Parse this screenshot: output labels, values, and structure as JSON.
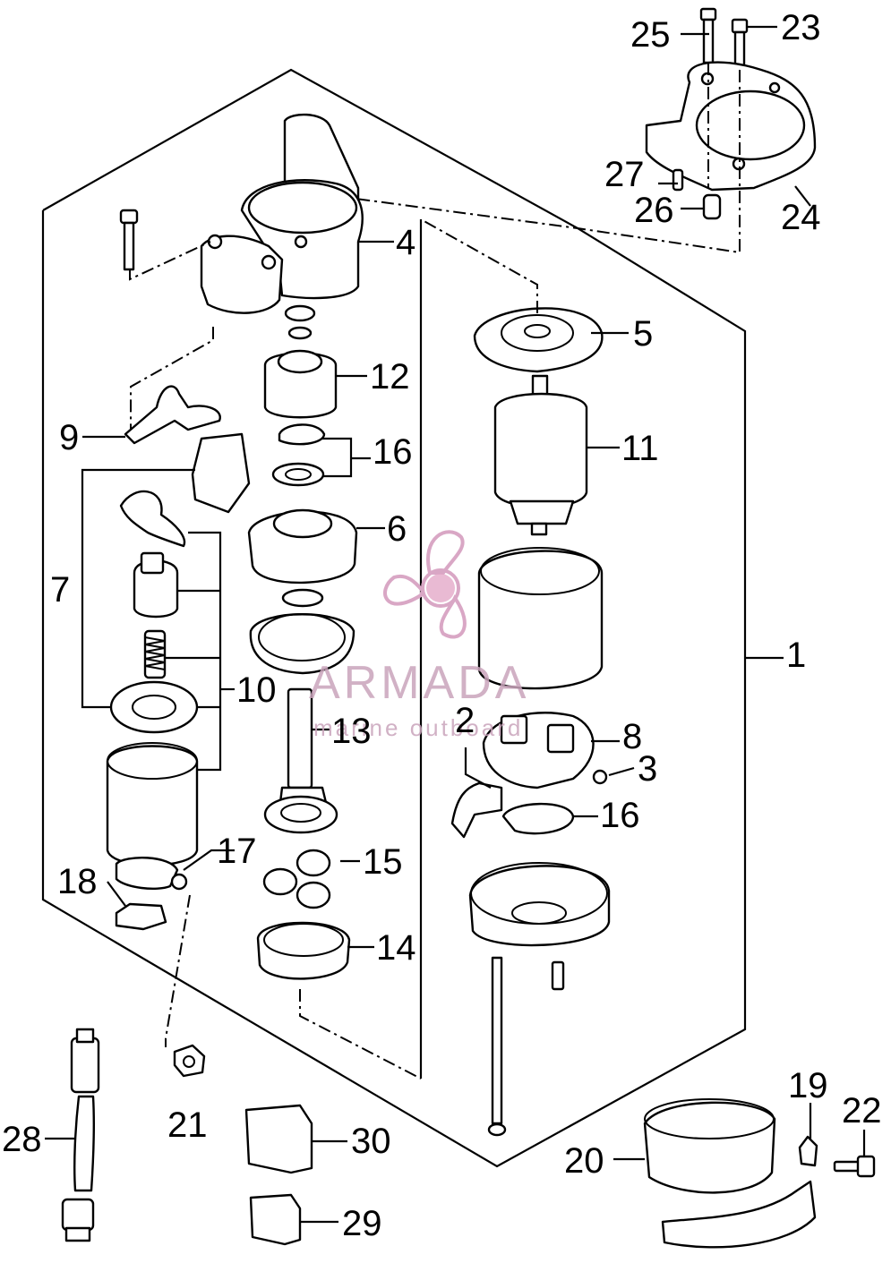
{
  "diagram": {
    "callouts": [
      {
        "id": "p1",
        "label": "1"
      },
      {
        "id": "p2",
        "label": "2"
      },
      {
        "id": "p3",
        "label": "3"
      },
      {
        "id": "p4",
        "label": "4"
      },
      {
        "id": "p5",
        "label": "5"
      },
      {
        "id": "p6",
        "label": "6"
      },
      {
        "id": "p7",
        "label": "7"
      },
      {
        "id": "p8",
        "label": "8"
      },
      {
        "id": "p9",
        "label": "9"
      },
      {
        "id": "p10",
        "label": "10"
      },
      {
        "id": "p11",
        "label": "11"
      },
      {
        "id": "p12",
        "label": "12"
      },
      {
        "id": "p13",
        "label": "13"
      },
      {
        "id": "p14",
        "label": "14"
      },
      {
        "id": "p15",
        "label": "15"
      },
      {
        "id": "p16a",
        "label": "16"
      },
      {
        "id": "p16b",
        "label": "16"
      },
      {
        "id": "p17",
        "label": "17"
      },
      {
        "id": "p18",
        "label": "18"
      },
      {
        "id": "p19",
        "label": "19"
      },
      {
        "id": "p20",
        "label": "20"
      },
      {
        "id": "p21",
        "label": "21"
      },
      {
        "id": "p22",
        "label": "22"
      },
      {
        "id": "p23",
        "label": "23"
      },
      {
        "id": "p24",
        "label": "24"
      },
      {
        "id": "p25",
        "label": "25"
      },
      {
        "id": "p26",
        "label": "26"
      },
      {
        "id": "p27",
        "label": "27"
      },
      {
        "id": "p28",
        "label": "28"
      },
      {
        "id": "p29",
        "label": "29"
      },
      {
        "id": "p30",
        "label": "30"
      }
    ]
  },
  "watermark": {
    "brand": "ARMADA",
    "tagline": "marine outboard",
    "color": "#c9a4bb"
  }
}
